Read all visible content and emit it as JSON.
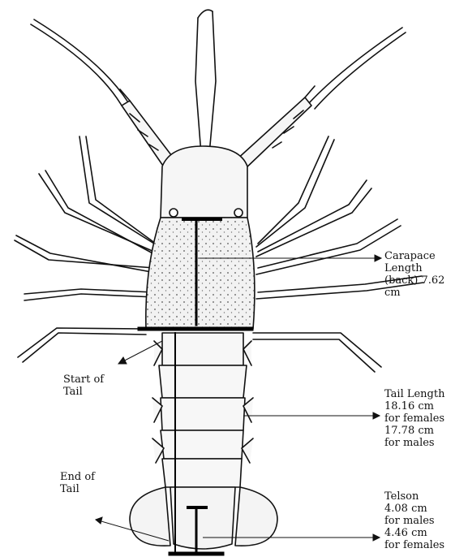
{
  "labels": {
    "carapace": [
      "Carapace",
      "Length",
      "(back) 7.62",
      "cm"
    ],
    "start_tail": [
      "Start  of",
      "Tail"
    ],
    "tail_length": [
      "Tail Length",
      "18.16 cm",
      "for females",
      "17.78 cm",
      "for males"
    ],
    "end_tail": [
      "End  of",
      "Tail"
    ],
    "telson": [
      "Telson",
      "4.08 cm",
      "for males",
      "4.46 cm",
      "for females"
    ]
  },
  "colors": {
    "ink": "#111111",
    "shell": "#f4f4f4",
    "background": "#ffffff"
  }
}
